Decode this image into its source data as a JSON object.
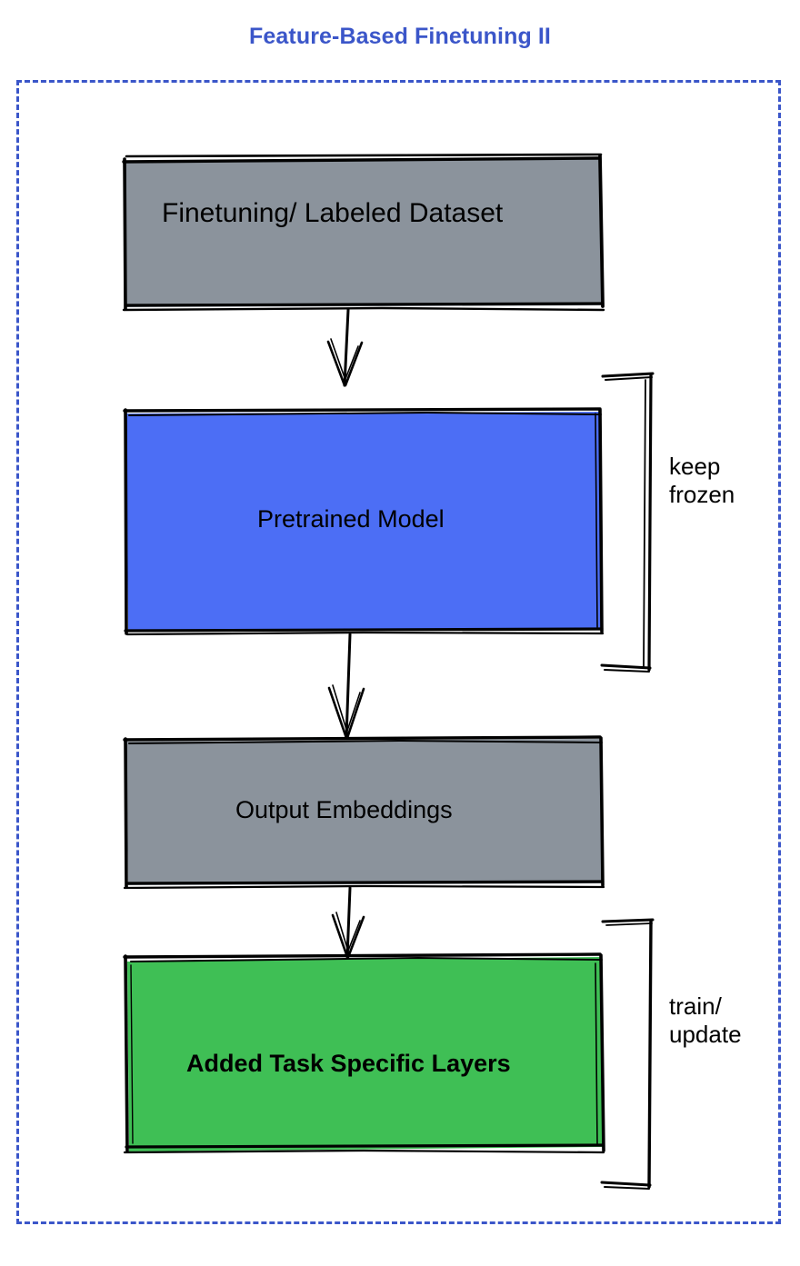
{
  "diagram": {
    "title": "Feature-Based Finetuning II",
    "title_color": "#3b56c9",
    "frame_color": "#3b56c9",
    "frame_style": "dashed",
    "background": "#ffffff",
    "nodes": [
      {
        "id": "finetuning-dataset",
        "label": "Finetuning/ Labeled Dataset",
        "fill": "#8b939c",
        "stroke": "#000000"
      },
      {
        "id": "pretrained-model",
        "label": "Pretrained Model",
        "fill": "#4c6ef5",
        "stroke": "#000000"
      },
      {
        "id": "output-embeddings",
        "label": "Output Embeddings",
        "fill": "#8b939c",
        "stroke": "#000000"
      },
      {
        "id": "added-task-specific-layers",
        "label": "Added Task Specific Layers",
        "fill": "#3fbf55",
        "stroke": "#000000"
      }
    ],
    "annotations": [
      {
        "id": "keep-frozen",
        "text": "keep\nfrozen",
        "targets": "pretrained-model"
      },
      {
        "id": "train-update",
        "text": "train/\nupdate",
        "targets": "added-task-specific-layers"
      }
    ],
    "edges": [
      {
        "from": "finetuning-dataset",
        "to": "pretrained-model",
        "style": "arrow"
      },
      {
        "from": "pretrained-model",
        "to": "output-embeddings",
        "style": "arrow"
      },
      {
        "from": "output-embeddings",
        "to": "added-task-specific-layers",
        "style": "arrow"
      }
    ]
  }
}
